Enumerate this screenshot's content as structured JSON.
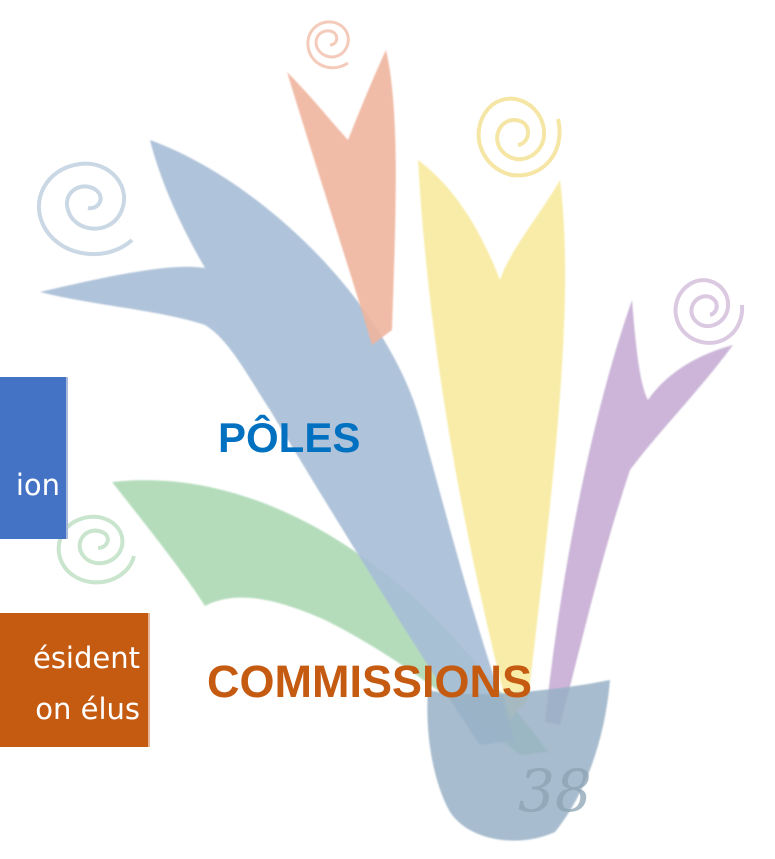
{
  "headings": {
    "poles": "PÔLES",
    "commissions": "COMMISSIONS"
  },
  "boxes": {
    "blue": {
      "text": "ion",
      "color": "#4472c4"
    },
    "orange": {
      "line1": "ésident",
      "line2": "on élus",
      "color": "#c55a11"
    }
  },
  "logo_number": "38",
  "colors": {
    "poles": "#0070c0",
    "commissions": "#c55a11",
    "petal_blue": "#a7bdd6",
    "petal_salmon": "#efb59e",
    "petal_yellow": "#f8ea9f",
    "petal_purple": "#c7aed4",
    "petal_green": "#a8d7b0"
  }
}
